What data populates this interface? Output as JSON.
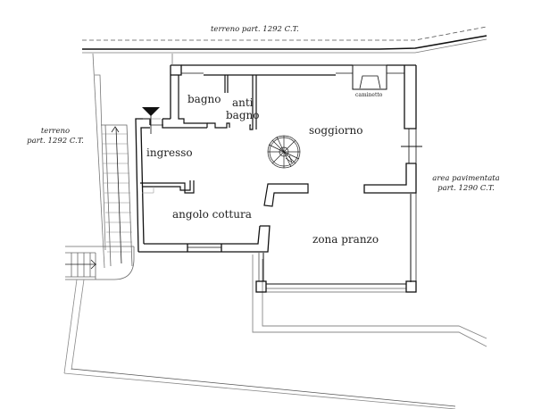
{
  "drawing": {
    "type": "floor plan",
    "parcels": {
      "top": "terreno part. 1292 C.T.",
      "left_line1": "terreno",
      "left_line2": "part. 1292 C.T.",
      "right_line1": "area  pavimentata",
      "right_line2": "part. 1290 C.T."
    },
    "rooms": {
      "bagno": "bagno",
      "anti_line1": "anti",
      "anti_line2": "bagno",
      "ingresso": "ingresso",
      "soggiorno": "soggiorno",
      "angolo_cottura": "angolo cottura",
      "zona_pranzo": "zona pranzo"
    },
    "fixtures": {
      "caminetto": "caminetto"
    },
    "colors": {
      "wall": "#111111",
      "thin_line": "#555555",
      "boundary": "#888888",
      "background": "#ffffff"
    }
  }
}
